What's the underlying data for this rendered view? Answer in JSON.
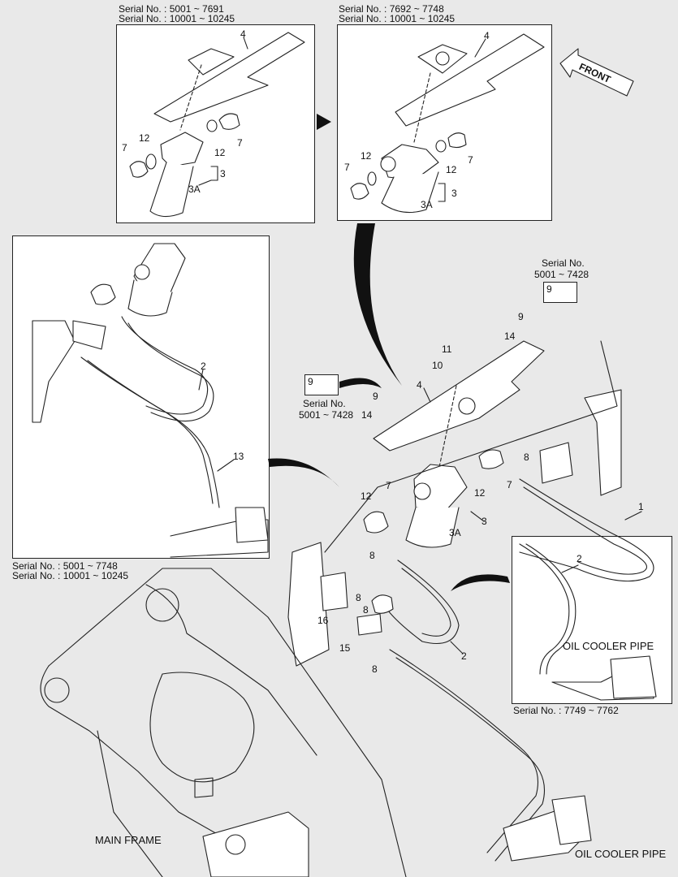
{
  "insets": {
    "top_left": {
      "serial_1": "Serial No. : 5001 ~ 7691",
      "serial_2": "Serial No. : 10001 ~ 10245"
    },
    "top_right": {
      "serial_1": "Serial No. : 7692 ~ 7748",
      "serial_2": "Serial No. : 10001 ~ 10245"
    },
    "left": {
      "serial_1": "Serial No. : 5001 ~ 7748",
      "serial_2": "Serial No. : 10001 ~ 10245"
    },
    "right": {
      "title": "OIL COOLER PIPE",
      "serial": "Serial No. : 7749 ~ 7762"
    }
  },
  "front_label": "FRONT",
  "callouts": {
    "serial_no": "Serial No.",
    "serial_range_1": "5001 ~ 7428",
    "serial_range_2": "5001 ~ 7428"
  },
  "parts": {
    "p1": "1",
    "p2": "2",
    "p3": "3",
    "p3a": "3A",
    "p4": "4",
    "p7": "7",
    "p8": "8",
    "p9": "9",
    "p10": "10",
    "p11": "11",
    "p12": "12",
    "p13": "13",
    "p14": "14",
    "p15": "15",
    "p16": "16"
  },
  "main_frame_label": "MAIN FRAME",
  "oil_cooler_pipe_label": "OIL COOLER PIPE"
}
